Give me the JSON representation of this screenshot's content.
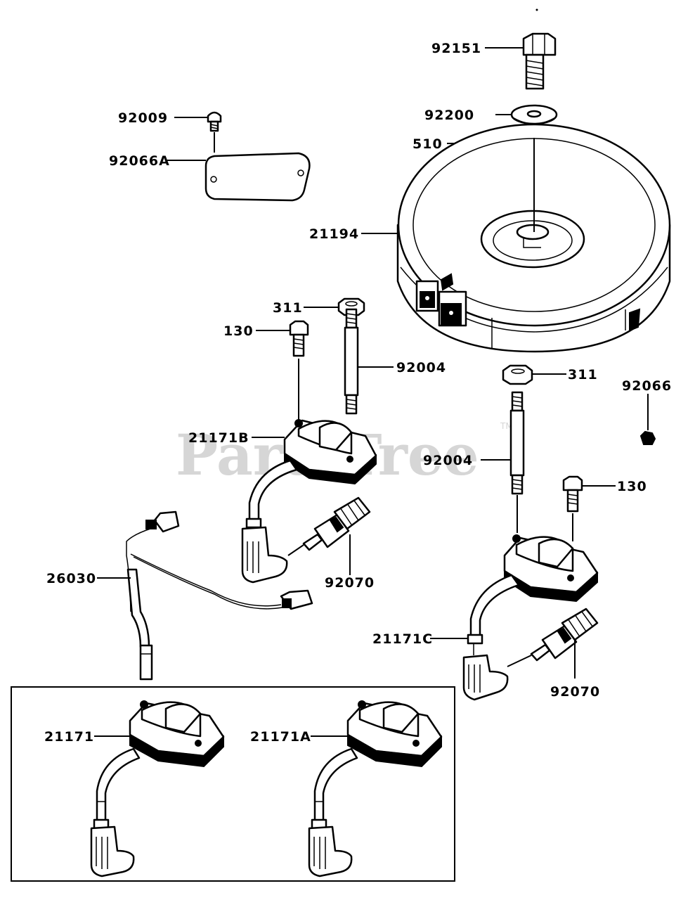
{
  "diagram": {
    "labels": {
      "p92151": "92151",
      "p92200": "92200",
      "p510": "510",
      "p92009": "92009",
      "p92066A": "92066A",
      "p21194": "21194",
      "p311a": "311",
      "p130a": "130",
      "p92004a": "92004",
      "p311b": "311",
      "p92066": "92066",
      "p21171B": "21171B",
      "p92004b": "92004",
      "p130b": "130",
      "p26030": "26030",
      "p92070a": "92070",
      "p21171C": "21171C",
      "p92070b": "92070",
      "p21171": "21171",
      "p21171A": "21171A"
    },
    "watermark": "PartsTree",
    "trademark": "TM"
  }
}
